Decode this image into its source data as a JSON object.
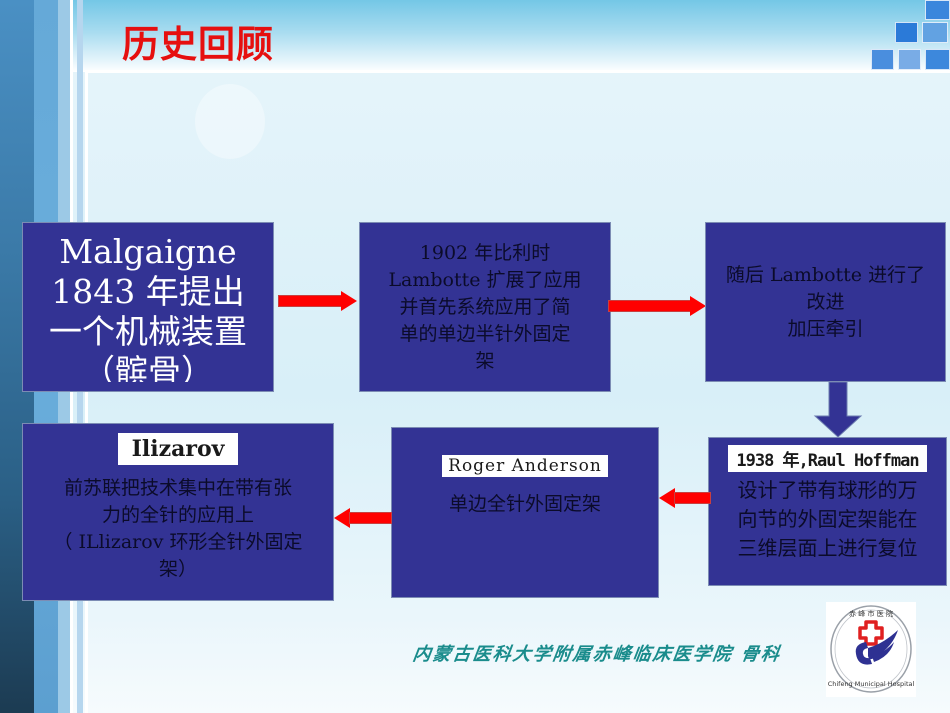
{
  "slide": {
    "title": "历史回顾",
    "colors": {
      "title": "#e60f0f",
      "box_fill": "#333394",
      "arrow_red": "#ff0000",
      "arrow_blue": "#333394",
      "footer_text": "#1a8c8c"
    }
  },
  "flow": {
    "boxes": [
      {
        "id": "malgaigne",
        "lines": [
          "Malgaigne",
          "1843 年提出",
          "一个机械装置",
          "（髌骨）"
        ]
      },
      {
        "id": "lambotte-1902",
        "lines": [
          "1902 年比利时",
          "Lambotte 扩展了应用",
          "并首先系统应用了简",
          "单的单边半针外固定",
          "架"
        ]
      },
      {
        "id": "lambotte-improved",
        "lines": [
          "随后 Lambotte 进行了",
          "改进",
          "加压牵引"
        ]
      },
      {
        "id": "hoffman",
        "label": "1938 年,Raul Hoffman",
        "lines": [
          "设计了带有球形的万",
          "向节的外固定架能在",
          "三维层面上进行复位"
        ]
      },
      {
        "id": "anderson",
        "label": "Roger Anderson",
        "lines": [
          "单边全针外固定架"
        ]
      },
      {
        "id": "ilizarov",
        "label": "Ilizarov",
        "lines": [
          "前苏联把技术集中在带有张",
          "力的全针的应用上",
          "（ ILlizarov 环形全针外固定",
          "架）"
        ]
      }
    ],
    "arrows": [
      {
        "from": "malgaigne",
        "to": "lambotte-1902",
        "direction": "right",
        "color": "red"
      },
      {
        "from": "lambotte-1902",
        "to": "lambotte-improved",
        "direction": "right",
        "color": "red"
      },
      {
        "from": "lambotte-improved",
        "to": "hoffman",
        "direction": "down",
        "color": "blue"
      },
      {
        "from": "hoffman",
        "to": "anderson",
        "direction": "left",
        "color": "red"
      },
      {
        "from": "anderson",
        "to": "ilizarov",
        "direction": "left",
        "color": "red"
      }
    ]
  },
  "footer": {
    "institution": "内蒙古医科大学附属赤峰临床医学院 骨科",
    "logo": {
      "name": "hospital-logo",
      "top_text": "赤峰市医院",
      "ring_text": "Chifeng Municipal Hospital"
    }
  }
}
